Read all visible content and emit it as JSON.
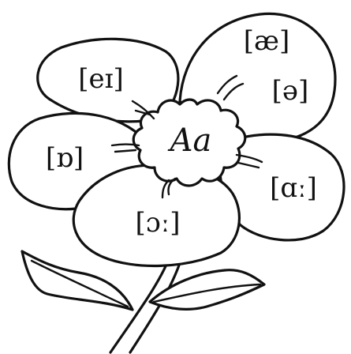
{
  "center_letter": "Aa",
  "petals": [
    {
      "id": "ei",
      "symbol": "[eɪ]"
    },
    {
      "id": "ae",
      "symbol": "[æ]"
    },
    {
      "id": "schwa",
      "symbol": "[ə]"
    },
    {
      "id": "short-o",
      "symbol": "[ɒ]"
    },
    {
      "id": "long-a",
      "symbol": "[ɑː]"
    },
    {
      "id": "long-o",
      "symbol": "[ɔː]"
    }
  ]
}
